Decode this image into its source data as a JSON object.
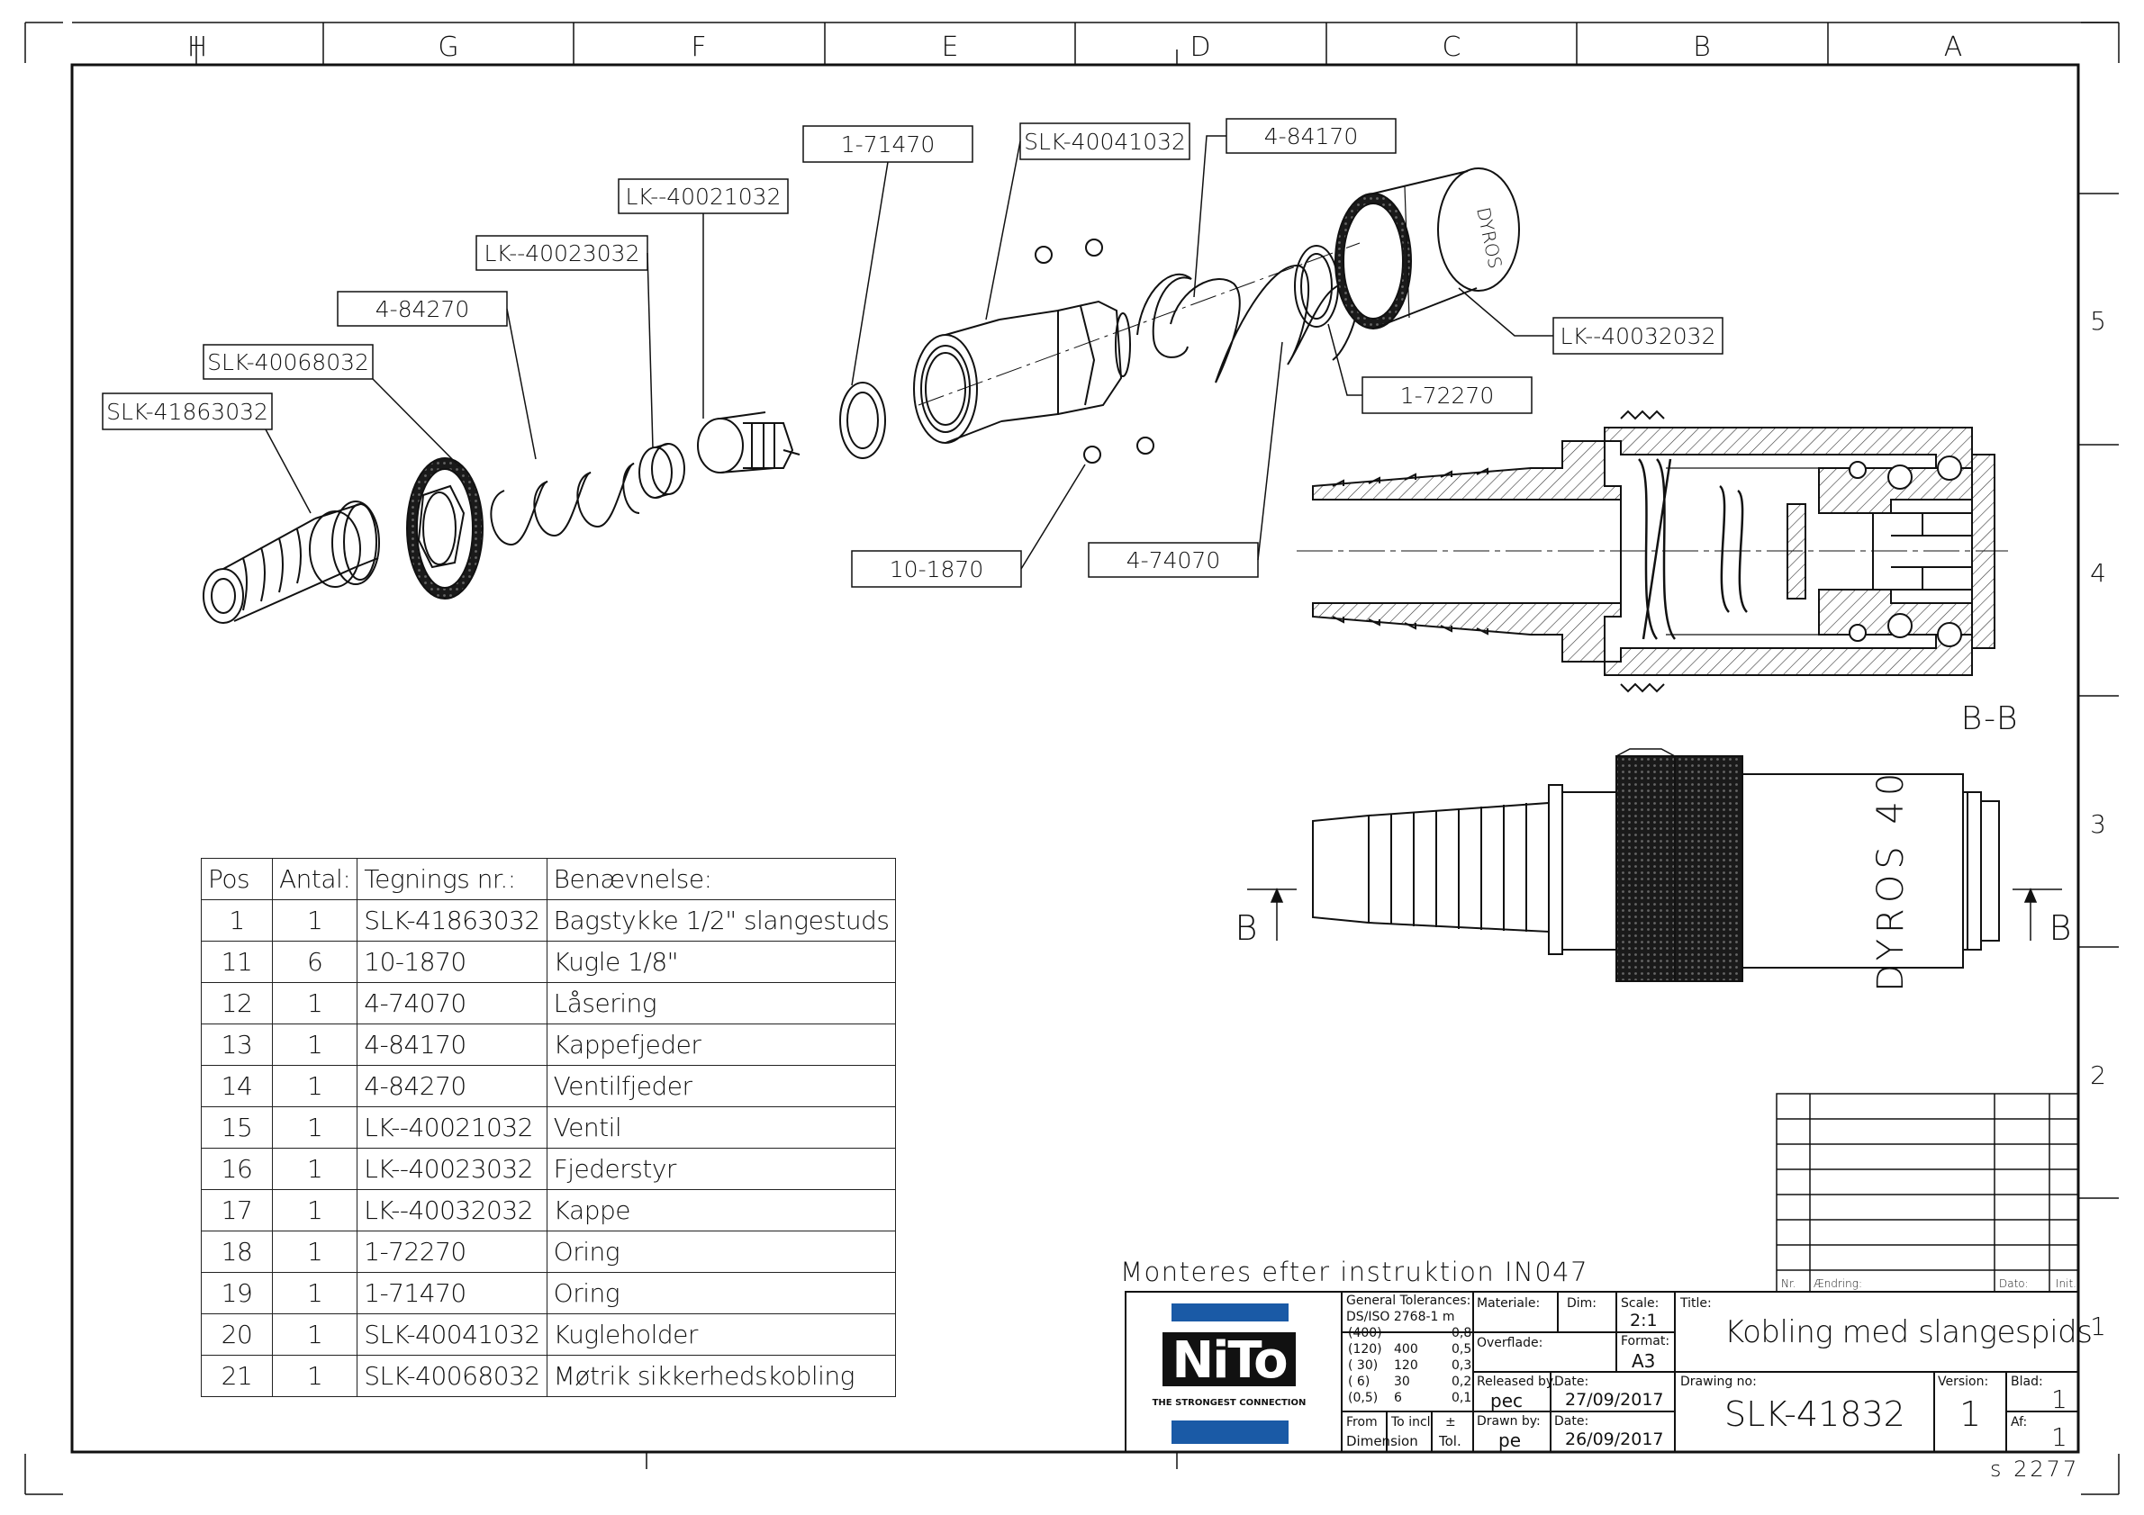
{
  "columns": [
    "H",
    "G",
    "F",
    "E",
    "D",
    "C",
    "B",
    "A"
  ],
  "rows": [
    "5",
    "4",
    "3",
    "2",
    "1"
  ],
  "callouts": {
    "c1": "SLK-41863032",
    "c2": "SLK-40068032",
    "c3": "4-84270",
    "c4": "LK--40023032",
    "c5": "LK--40021032",
    "c6": "1-71470",
    "c7": "SLK-40041032",
    "c8": "4-84170",
    "c9": "LK--40032032",
    "c10": "1-72270",
    "c11": "10-1870",
    "c12": "4-74070"
  },
  "section_label": "B-B",
  "cut_marker": "B",
  "body_marking": "DYROS 40",
  "cap_marking": "DYROS",
  "bom": {
    "headers": [
      "Pos",
      "Antal:",
      "Tegnings nr.:",
      "Benævnelse:"
    ],
    "rows": [
      [
        "1",
        "1",
        "SLK-41863032",
        "Bagstykke 1/2\" slangestuds"
      ],
      [
        "11",
        "6",
        "10-1870",
        "Kugle 1/8\""
      ],
      [
        "12",
        "1",
        "4-74070",
        "Låsering"
      ],
      [
        "13",
        "1",
        "4-84170",
        "Kappefjeder"
      ],
      [
        "14",
        "1",
        "4-84270",
        "Ventilfjeder"
      ],
      [
        "15",
        "1",
        "LK--40021032",
        "Ventil"
      ],
      [
        "16",
        "1",
        "LK--40023032",
        "Fjederstyr"
      ],
      [
        "17",
        "1",
        "LK--40032032",
        "Kappe"
      ],
      [
        "18",
        "1",
        "1-72270",
        "Oring"
      ],
      [
        "19",
        "1",
        "1-71470",
        "Oring"
      ],
      [
        "20",
        "1",
        "SLK-40041032",
        "Kugleholder"
      ],
      [
        "21",
        "1",
        "SLK-40068032",
        "Møtrik sikkerhedskobling"
      ]
    ]
  },
  "note": "Monteres efter instruktion IN047",
  "revision": {
    "nr": "Nr.",
    "change": "Ændring:",
    "date": "Dato:",
    "init": "Init."
  },
  "logo": {
    "brand": "NiTo",
    "tagline": "THE STRONGEST CONNECTION",
    "blue": "#1a5aa6"
  },
  "title_block": {
    "tol_label": "General Tolerances:",
    "tol_std": "DS/ISO 2768-1 m",
    "tol_rows": [
      [
        "(400)",
        "",
        "0,8"
      ],
      [
        "(120)",
        "400",
        "0,5"
      ],
      [
        "( 30)",
        "120",
        "0,3"
      ],
      [
        "( 6)",
        "30",
        "0,2"
      ],
      [
        "(0,5)",
        "6",
        "0,1"
      ]
    ],
    "from_label": "From",
    "to_label": "To incl",
    "pm_label": "±",
    "dim_label": "Dimension",
    "tol_short": "Tol.",
    "materiale_label": "Materiale:",
    "dim_field_label": "Dim:",
    "scale_label": "Scale:",
    "scale": "2:1",
    "overflade_label": "Overflade:",
    "format_label": "Format:",
    "format": "A3",
    "released_label": "Released by.",
    "released_by": "pec",
    "date_label": "Date:",
    "released_date": "27/09/2017",
    "drawn_label": "Drawn by:",
    "drawn_by": "pe",
    "drawn_date": "26/09/2017",
    "title_label": "Title:",
    "title": "Kobling med slangespids",
    "drawing_no_label": "Drawing no:",
    "drawing_no": "SLK-41832",
    "version_label": "Version:",
    "version": "1",
    "blad_label": "Blad:",
    "blad": "1",
    "af_label": "Af:",
    "af": "1"
  },
  "sheet_code": "s 2277"
}
